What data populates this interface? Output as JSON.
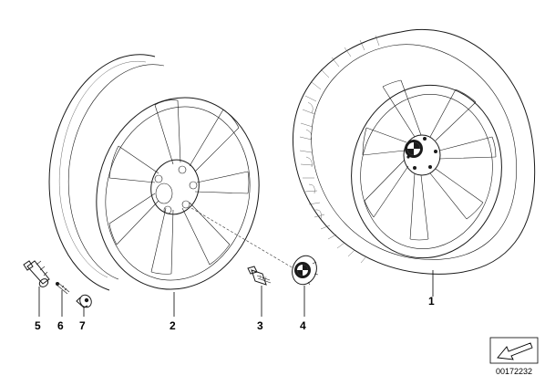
{
  "callouts": {
    "c1": "1",
    "c2": "2",
    "c3": "3",
    "c4": "4",
    "c5": "5",
    "c6": "6",
    "c7": "7"
  },
  "document_number": "00172232",
  "icons": {
    "arrow": "nav-arrow-icon",
    "logo": "bmw-roundel"
  },
  "colors": {
    "line": "#1a1a1a",
    "background": "#ffffff"
  }
}
